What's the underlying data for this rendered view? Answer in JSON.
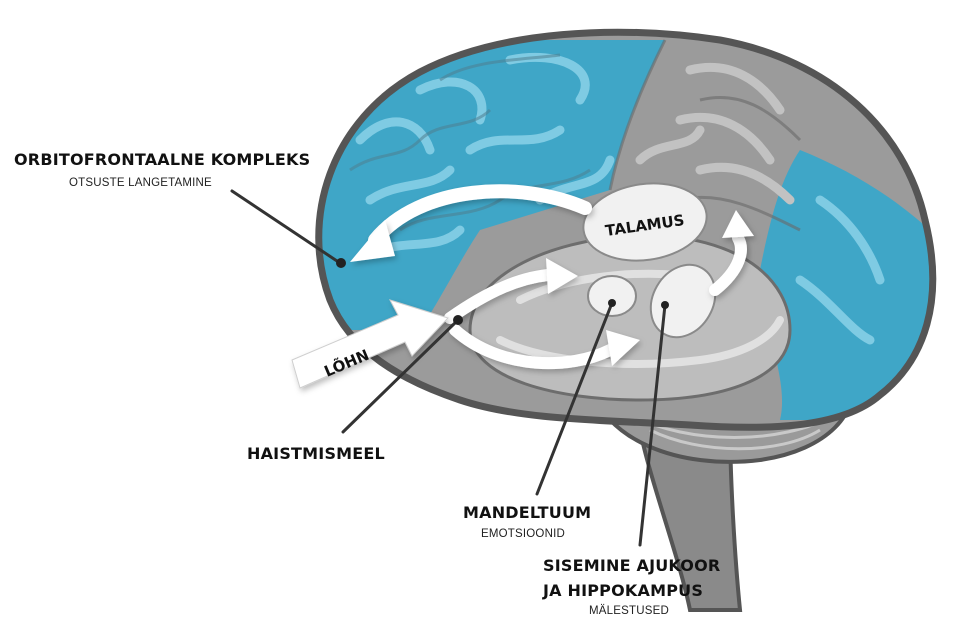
{
  "labels": {
    "ofc_title": "ORBITOFRONTAALNE KOMPLEKS",
    "ofc_sub": "OTSUSTE LANGETAMINE",
    "thalamus": "TALAMUS",
    "smell": "LÕHN",
    "olfaction": "HAISTMISMEEL",
    "amygdala_title": "MANDELTUUM",
    "amygdala_sub": "EMOTSIOONID",
    "cortex_title_1": "SISEMINE AJUKOOR",
    "cortex_title_2": "JA HIPPOKAMPUS",
    "cortex_sub": "MÄLESTUSED"
  },
  "colors": {
    "frontal_blue": "#3fa6c7",
    "fold_blue": "#7fcbe3",
    "brain_gray": "#9b9b9b",
    "fold_gray": "#c2c2c2",
    "outline": "#555555",
    "arrow": "#ffffff"
  }
}
